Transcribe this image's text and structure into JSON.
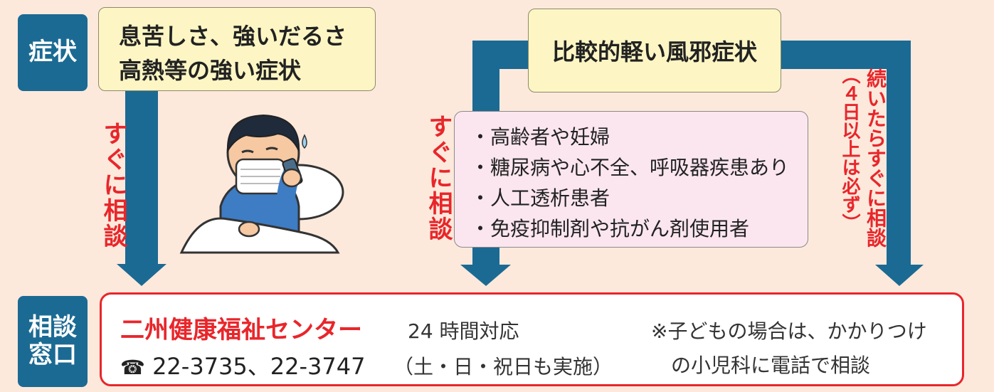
{
  "labels": {
    "symptoms": "症状",
    "consult_line1": "相談",
    "consult_line2": "窓口"
  },
  "severe": {
    "line1": "息苦しさ、強いだるさ",
    "line2": "高熱等の強い症状"
  },
  "mild": {
    "title": "比較的軽い風邪症状"
  },
  "risk_groups": [
    "・高齢者や妊婦",
    "・糖尿病や心不全、呼吸器疾患あり",
    "・人工透析患者",
    "・免疫抑制剤や抗がん剤使用者"
  ],
  "arrow_texts": {
    "left": "すぐに相談",
    "middle": "すぐに相談",
    "right_main": "続いたらすぐに相談",
    "right_paren": "（４日以上は必ず）"
  },
  "center": {
    "name": "二州健康福祉センター",
    "hours": "24 時間対応",
    "phone_icon": "☎",
    "phone": "22-3735、22-3747",
    "days": "（土・日・祝日も実施）",
    "note_line1": "※子どもの場合は、かかりつけ",
    "note_line2": "の小児科に電話で相談"
  },
  "colors": {
    "background": "#fde9dc",
    "blue": "#1b6a93",
    "red": "#e8262b",
    "yellow": "#fdf6c4",
    "pink": "#fbe6ef"
  },
  "icons": {
    "illustration": "sick-person-in-bed-phone-illustration",
    "phone": "telephone-icon"
  }
}
